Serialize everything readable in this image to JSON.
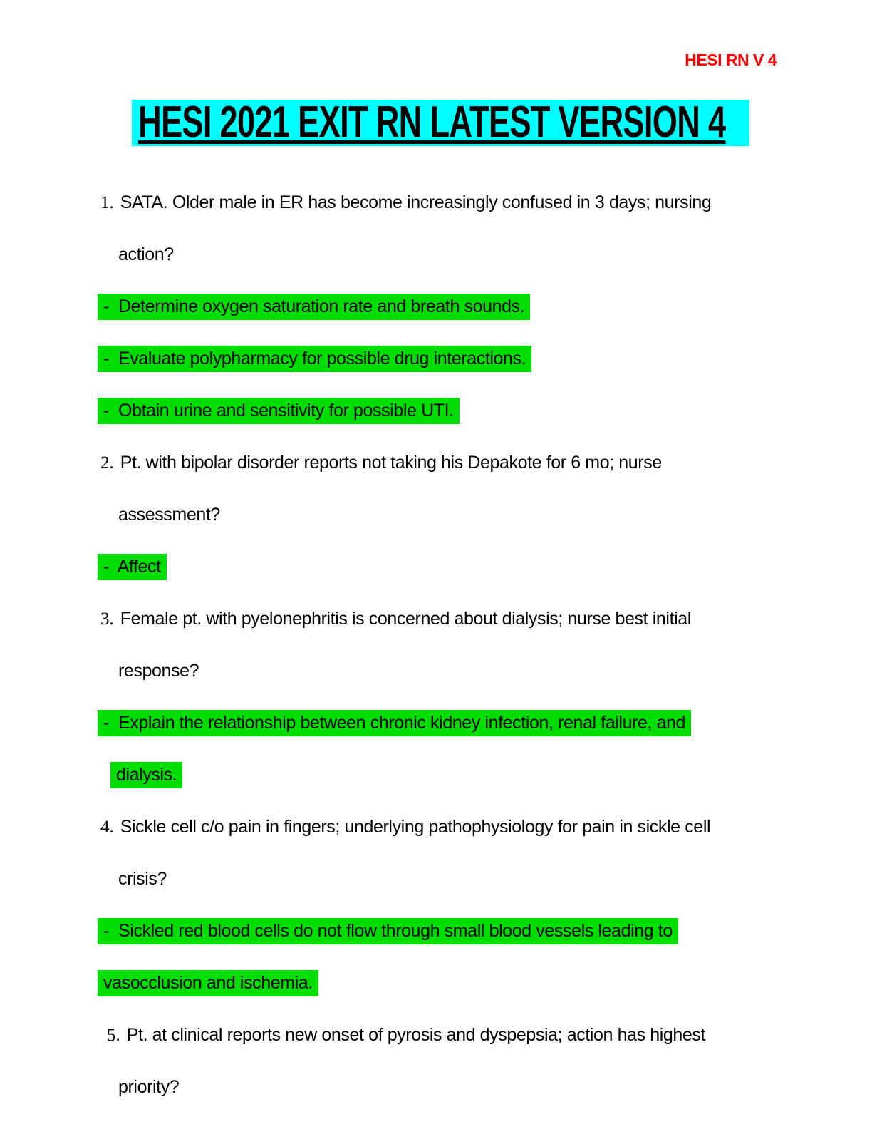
{
  "colors": {
    "header_text": "#ff0000",
    "title_highlight": "#00ffff",
    "answer_highlight": "#00dd00",
    "body_text": "#000000"
  },
  "header": {
    "text": "HESI RN V 4"
  },
  "title": {
    "text": "HESI 2021 EXIT RN LATEST VERSION 4"
  },
  "questions": [
    {
      "number": "1.",
      "question_lines": [
        "SATA. Older male in ER has become increasingly confused in 3 days; nursing",
        "action?"
      ],
      "answer_lines": [
        "-  Determine oxygen saturation rate and breath sounds.",
        "-  Evaluate polypharmacy for possible drug interactions.",
        "-  Obtain urine and sensitivity for possible UTI."
      ]
    },
    {
      "number": "2.",
      "question_lines": [
        "Pt. with bipolar disorder reports not taking his Depakote for 6 mo; nurse",
        "assessment?"
      ],
      "answer_lines": [
        "-  Affect"
      ]
    },
    {
      "number": "3.",
      "question_lines": [
        "Female pt. with pyelonephritis is concerned about dialysis; nurse best initial",
        "response?"
      ],
      "answer_lines": [
        "-  Explain the relationship between chronic kidney infection, renal failure, and",
        "dialysis."
      ]
    },
    {
      "number": "4.",
      "question_lines": [
        "Sickle cell c/o pain in fingers; underlying pathophysiology for pain in sickle cell",
        "crisis?"
      ],
      "answer_lines": [
        "-  Sickled red blood cells do not flow through small blood vessels leading to",
        "vasocclusion and ischemia."
      ]
    },
    {
      "number": "5.",
      "question_lines": [
        "Pt. at clinical reports new onset of pyrosis and dyspepsia; action has highest",
        "priority?"
      ],
      "answer_lines": []
    }
  ]
}
